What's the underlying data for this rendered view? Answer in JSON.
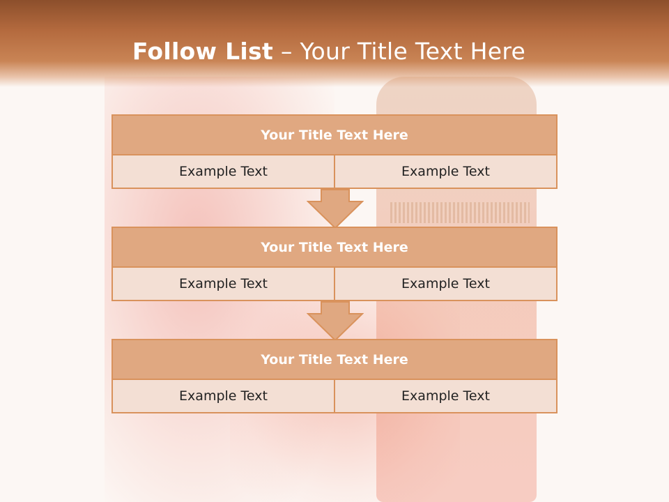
{
  "slide": {
    "title_bold": "Follow List",
    "title_sep": "–",
    "title_rest": "Your Title Text Here"
  },
  "steps": [
    {
      "title": "Your Title Text Here",
      "left": "Example Text",
      "right": "Example Text"
    },
    {
      "title": "Your Title Text Here",
      "left": "Example Text",
      "right": "Example Text"
    },
    {
      "title": "Your Title Text Here",
      "left": "Example Text",
      "right": "Example Text"
    }
  ],
  "colors": {
    "header": "#b46a3e",
    "box_head": "#e0a881",
    "box_cell": "#f3dfd4",
    "border": "#d9925c"
  }
}
